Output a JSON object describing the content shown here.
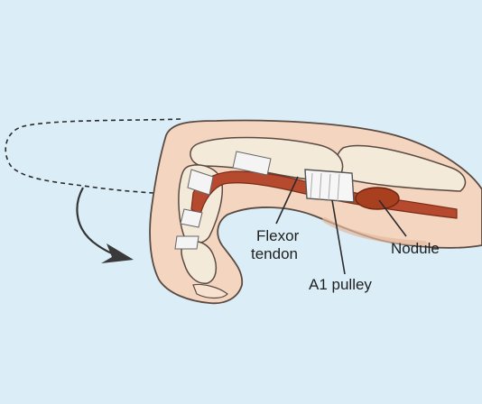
{
  "labels": {
    "flexor_line1": "Flexor",
    "flexor_line2": "tendon",
    "a1_pulley": "A1 pulley",
    "nodule": "Nodule"
  },
  "colors": {
    "background": "#dbeef8",
    "skin": "#f4d5bf",
    "skin_outline": "#5a4a42",
    "bone": "#f3ead9",
    "tendon": "#b54a2e",
    "tendon_dark": "#8c3520",
    "pulley": "#f4f4f4",
    "leader": "#2b2b2b"
  },
  "icons": [
    "curved-arrow-icon",
    "dashed-finger-outline"
  ]
}
